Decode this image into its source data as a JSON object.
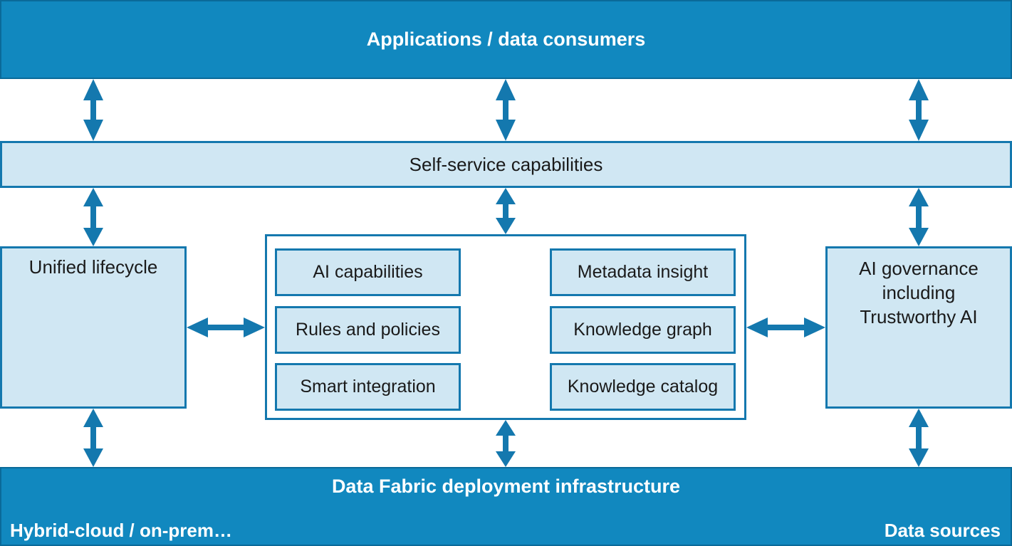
{
  "top_bar": {
    "label": "Applications / data consumers"
  },
  "self_service": {
    "label": "Self-service capabilities"
  },
  "unified_lifecycle": {
    "label": "Unified lifecycle"
  },
  "ai_governance": {
    "line1": "AI governance",
    "line2": "including",
    "line3": "Trustworthy AI"
  },
  "core": {
    "ai_capabilities": "AI capabilities",
    "rules_policies": "Rules and policies",
    "smart_integration": "Smart integration",
    "metadata_insight": "Metadata insight",
    "knowledge_graph": "Knowledge graph",
    "knowledge_catalog": "Knowledge catalog"
  },
  "bottom_bar": {
    "title": "Data Fabric deployment infrastructure",
    "left": "Hybrid-cloud / on-prem…",
    "right": "Data sources"
  },
  "colors": {
    "dark_blue": "#1188bf",
    "light_blue": "#d0e7f3",
    "border_blue": "#1478ae"
  }
}
